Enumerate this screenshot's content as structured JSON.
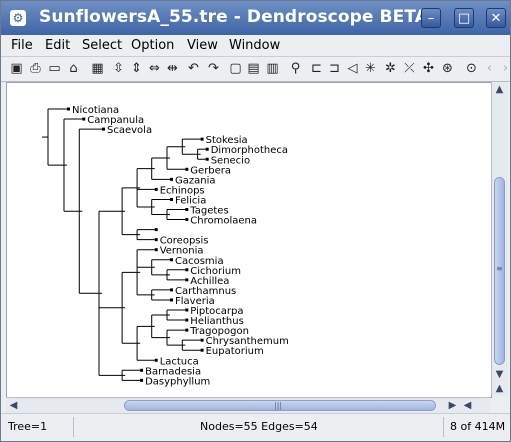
{
  "window": {
    "title": "SunflowersA_55.tre - Dendroscope BETA"
  },
  "titlebar_buttons": [
    {
      "name": "minimize",
      "glyph": "–"
    },
    {
      "name": "maximize",
      "glyph": "□"
    },
    {
      "name": "close",
      "glyph": "✕"
    }
  ],
  "menu": [
    "File",
    "Edit",
    "Select",
    "Option",
    "View",
    "Window"
  ],
  "toolbar": [
    {
      "name": "open",
      "glyph": "▣"
    },
    {
      "name": "print",
      "glyph": "⎙"
    },
    {
      "name": "save",
      "glyph": "▭"
    },
    {
      "name": "home",
      "glyph": "⌂"
    },
    {
      "name": "find",
      "glyph": "▦"
    },
    {
      "name": "expand-vertical",
      "glyph": "⇳"
    },
    {
      "name": "contract-vertical",
      "glyph": "⇕"
    },
    {
      "name": "expand-horizontal",
      "glyph": "⇔"
    },
    {
      "name": "contract-horizontal",
      "glyph": "⇹"
    },
    {
      "name": "rotate-left",
      "glyph": "↶"
    },
    {
      "name": "rotate-right",
      "glyph": "↷"
    },
    {
      "name": "zoom-fit",
      "glyph": "▢"
    },
    {
      "name": "zoom-full",
      "glyph": "▤"
    },
    {
      "name": "grid",
      "glyph": "▥"
    },
    {
      "name": "zoom",
      "glyph": "⚲"
    },
    {
      "name": "rectangular-phylogram",
      "glyph": "⊏"
    },
    {
      "name": "rectangular-cladogram",
      "glyph": "⊐"
    },
    {
      "name": "slanted",
      "glyph": "◁"
    },
    {
      "name": "radial",
      "glyph": "✳"
    },
    {
      "name": "circular",
      "glyph": "✲"
    },
    {
      "name": "unrooted",
      "glyph": "⤫"
    },
    {
      "name": "circular-cladogram",
      "glyph": "✣"
    },
    {
      "name": "network",
      "glyph": "⊛"
    },
    {
      "name": "binoculars",
      "glyph": "⊙"
    },
    {
      "name": "previous",
      "glyph": "‹",
      "disabled": true
    },
    {
      "name": "next",
      "glyph": "›",
      "disabled": true
    }
  ],
  "taxa": [
    "Nicotiana",
    "Campanula",
    "Scaevola",
    "Stokesia",
    "Dimorphotheca",
    "Senecio",
    "Gerbera",
    "Gazania",
    "Echinops",
    "Felicia",
    "Tagetes",
    "Chromolaena",
    "",
    "Coreopsis",
    "Vernonia",
    "Cacosmia",
    "Cichorium",
    "Achillea",
    "Carthamnus",
    "Flaveria",
    "Piptocarpa",
    "Helianthus",
    "Tragopogon",
    "Chrysanthemum",
    "Eupatorium",
    "Lactuca",
    "Barnadesia",
    "Dasyphyllum"
  ],
  "tree": {
    "children": [
      {
        "leaf": "Nicotiana"
      },
      {
        "children": [
          {
            "leaf": "Campanula"
          },
          {
            "children": [
              {
                "leaf": "Scaevola"
              },
              {
                "children": [
                  {
                    "children": [
                      {
                        "children": [
                          {
                            "children": [
                              {
                                "children": [
                                  {
                                    "children": [
                                      {
                                        "leaf": "Stokesia"
                                      },
                                      {
                                        "children": [
                                          {
                                            "leaf": "Dimorphotheca"
                                          },
                                          {
                                            "leaf": "Senecio"
                                          }
                                        ]
                                      }
                                    ]
                                  },
                                  {
                                    "leaf": "Gerbera"
                                  }
                                ]
                              },
                              {
                                "leaf": "Gazania"
                              }
                            ]
                          },
                          {
                            "leaf": "Echinops"
                          },
                          {
                            "children": [
                              {
                                "leaf": "Felicia"
                              },
                              {
                                "children": [
                                  {
                                    "leaf": "Tagetes"
                                  },
                                  {
                                    "leaf": "Chromolaena"
                                  }
                                ]
                              }
                            ]
                          }
                        ]
                      },
                      {
                        "children": [
                          {
                            "leaf": ""
                          },
                          {
                            "leaf": "Coreopsis"
                          }
                        ]
                      }
                    ]
                  },
                  {
                    "children": [
                      {
                        "children": [
                          {
                            "leaf": "Vernonia"
                          },
                          {
                            "children": [
                              {
                                "leaf": "Cacosmia"
                              },
                              {
                                "children": [
                                  {
                                    "leaf": "Cichorium"
                                  },
                                  {
                                    "leaf": "Achillea"
                                  }
                                ]
                              }
                            ]
                          },
                          {
                            "children": [
                              {
                                "leaf": "Carthamnus"
                              },
                              {
                                "leaf": "Flaveria"
                              }
                            ]
                          }
                        ]
                      },
                      {
                        "children": [
                          {
                            "children": [
                              {
                                "children": [
                                  {
                                    "leaf": "Piptocarpa"
                                  },
                                  {
                                    "leaf": "Helianthus"
                                  }
                                ]
                              },
                              {
                                "children": [
                                  {
                                    "leaf": "Tragopogon"
                                  },
                                  {
                                    "children": [
                                      {
                                        "leaf": "Chrysanthemum"
                                      },
                                      {
                                        "leaf": "Eupatorium"
                                      }
                                    ]
                                  }
                                ]
                              }
                            ]
                          },
                          {
                            "leaf": "Lactuca"
                          }
                        ]
                      }
                    ]
                  },
                  {
                    "children": [
                      {
                        "leaf": "Barnadesia"
                      },
                      {
                        "leaf": "Dasyphyllum"
                      }
                    ]
                  }
                ]
              }
            ]
          }
        ]
      }
    ]
  },
  "scrollbars": {
    "vertical_grip": "≡",
    "horizontal_grip": "|||"
  },
  "status": {
    "tree": "Tree=1",
    "counts": "Nodes=55 Edges=54",
    "memory": "8 of 414M"
  },
  "colors": {
    "title_bar": "#4f72b3",
    "tree_line": "#000000"
  }
}
